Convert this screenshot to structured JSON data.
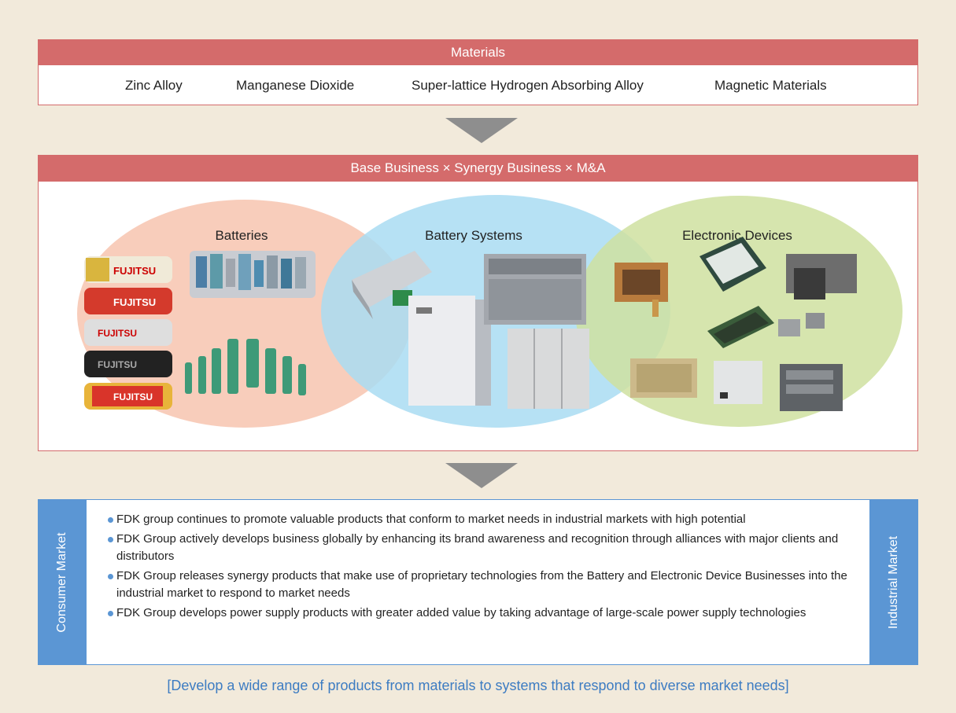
{
  "materials": {
    "title": "Materials",
    "items": [
      "Zinc Alloy",
      "Manganese Dioxide",
      "Super-lattice Hydrogen Absorbing Alloy",
      "Magnetic Materials"
    ]
  },
  "business": {
    "title": "Base Business × Synergy Business × M&A",
    "circles": [
      {
        "label": "Batteries",
        "color": "#f7c8b4"
      },
      {
        "label": "Battery Systems",
        "color": "#a9dcf2"
      },
      {
        "label": "Electronic Devices",
        "color": "#cfe1a0"
      }
    ],
    "battery_brand": "FUJITSU"
  },
  "markets": {
    "left_label": "Consumer Market",
    "right_label": "Industrial Market",
    "bullets": [
      "FDK group continues to promote valuable products that conform to market needs in industrial markets with high potential",
      "FDK Group actively develops business globally by enhancing its brand awareness and recognition through alliances with major clients and distributors",
      "FDK Group releases synergy products that make use of proprietary technologies from the Battery and Electronic Device Businesses into the industrial market to respond to market needs",
      "FDK Group develops power supply products with greater added value by taking advantage of large-scale power supply technologies"
    ]
  },
  "footer": "[Develop a wide range of products from materials to systems that respond to diverse market needs]",
  "colors": {
    "header_red": "#d46b6b",
    "market_blue": "#5b96d4",
    "background": "#f2eadb"
  }
}
